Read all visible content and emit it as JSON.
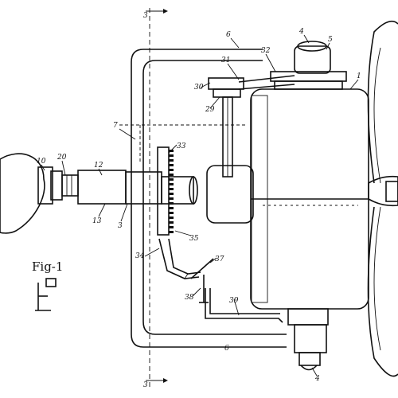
{
  "figure": {
    "label": "Fig-1"
  },
  "section_marks": {
    "top": "3",
    "bottom": "3"
  },
  "reference_numerals": {
    "n10": "10",
    "n20": "20",
    "n12": "12",
    "n7": "7",
    "n13": "13",
    "n3": "3",
    "n33": "33",
    "n34": "34",
    "n35": "35",
    "n37": "37",
    "n38": "38",
    "n39": "39",
    "n6": "6",
    "n30": "30",
    "n29": "29",
    "n31": "31",
    "n6b": "6",
    "n32": "32",
    "n4": "4",
    "n5": "5",
    "n1": "1",
    "n4b": "4"
  },
  "colors": {
    "ink": "#111111",
    "paper": "#ffffff"
  }
}
